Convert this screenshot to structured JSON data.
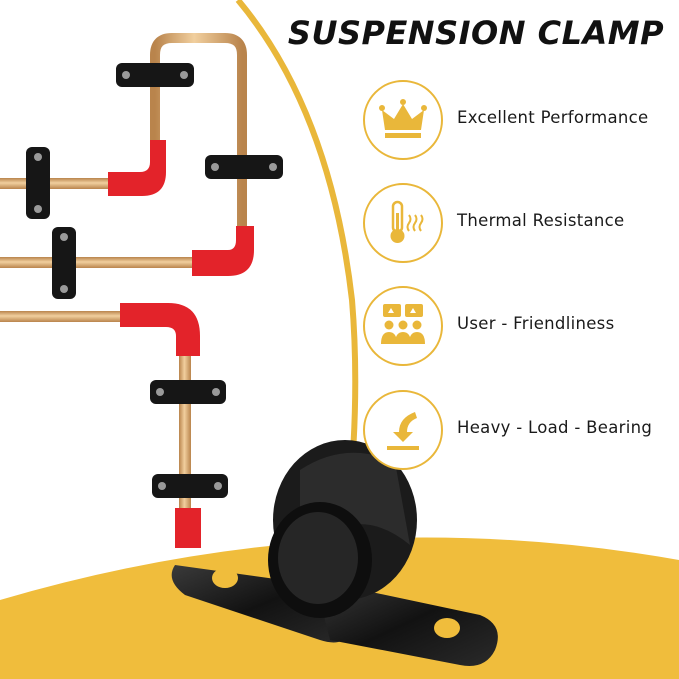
{
  "title": "SUSPENSION CLAMP",
  "colors": {
    "accent": "#e9b73a",
    "pipe_copper": "#d9a86c",
    "pipe_red": "#e3232a",
    "clamp_black": "#151515"
  },
  "features": [
    {
      "label": "Excellent Performance",
      "icon": "crown-icon"
    },
    {
      "label": "Thermal Resistance",
      "icon": "thermometer-icon"
    },
    {
      "label": "User - Friendliness",
      "icon": "users-icon"
    },
    {
      "label": "Heavy - Load - Bearing",
      "icon": "arrow-down-icon"
    }
  ]
}
